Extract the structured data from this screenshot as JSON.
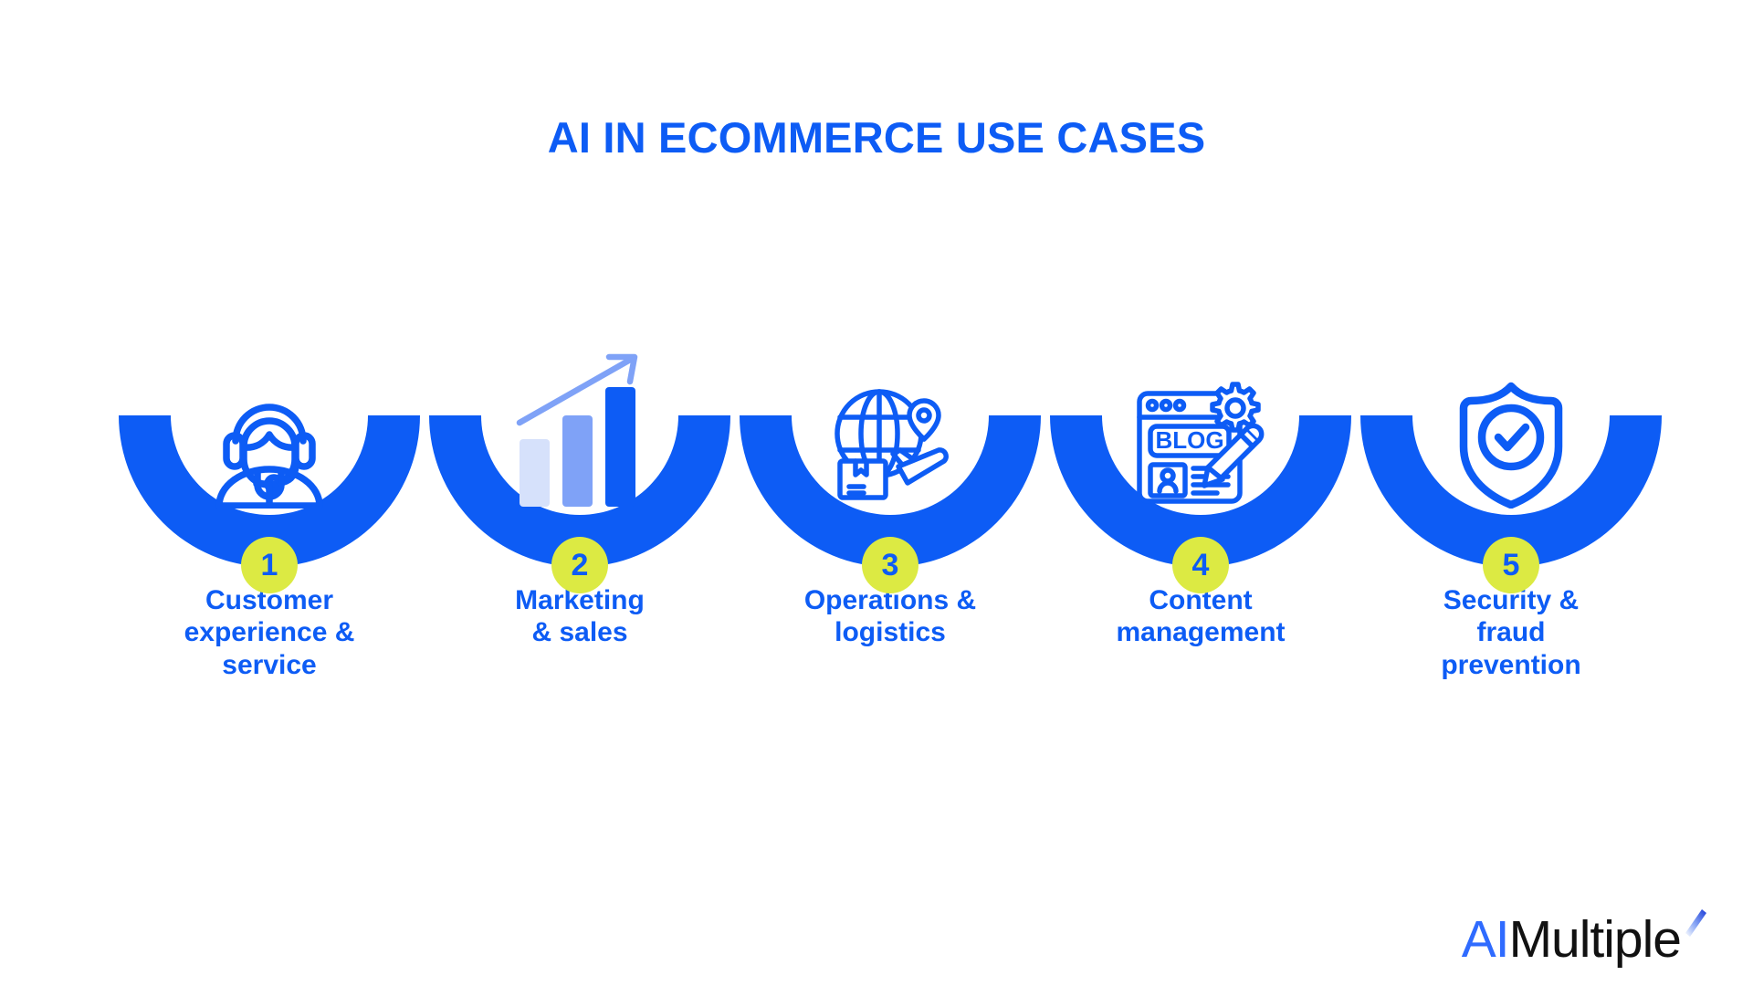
{
  "title": "AI IN ECOMMERCE USE CASES",
  "colors": {
    "primary_blue": "#0d5cf5",
    "badge_green": "#dcea43",
    "bar_light": "#d6e1fb",
    "bar_mid": "#7fa2f7",
    "bar_dark": "#0d5cf5",
    "logo_blue": "#2f6bff",
    "logo_black": "#111111",
    "background": "#ffffff"
  },
  "steps": [
    {
      "number": "1",
      "label": "Customer\nexperience &\nservice",
      "icon": "customer-support-headset-icon"
    },
    {
      "number": "2",
      "label": "Marketing\n& sales",
      "icon": "growth-bar-chart-icon"
    },
    {
      "number": "3",
      "label": "Operations &\nlogistics",
      "icon": "globe-logistics-icon"
    },
    {
      "number": "4",
      "label": "Content\nmanagement",
      "icon": "blog-page-editor-icon"
    },
    {
      "number": "5",
      "label": "Security &\nfraud\nprevention",
      "icon": "shield-check-icon"
    }
  ],
  "logo": {
    "ai": "AI",
    "multiple": "Multiple"
  }
}
